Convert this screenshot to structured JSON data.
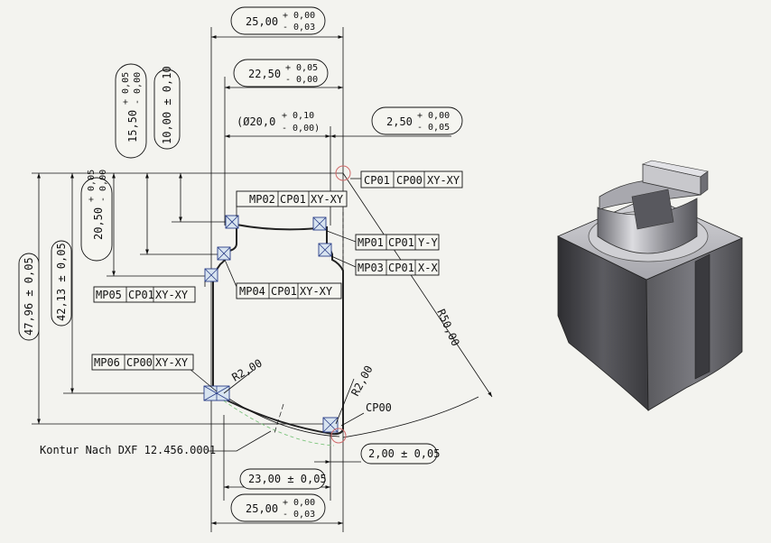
{
  "dimensions": {
    "top_width": {
      "nominal": "25,00",
      "upper": "+ 0,00",
      "lower": "- 0,03"
    },
    "inner_width": {
      "nominal": "22,50",
      "upper": "+ 0,05",
      "lower": "- 0,00"
    },
    "dia_width": {
      "nominal": "(Ø20,0",
      "upper": "+ 0,10",
      "lower": "- 0,00)"
    },
    "offset_right": {
      "nominal": "2,50",
      "upper": "+ 0,00",
      "lower": "- 0,05"
    },
    "height_15": {
      "nominal": "15,50",
      "upper": "+ 0,05",
      "lower": "- 0,00"
    },
    "height_10": {
      "text": "10,00 ± 0,10"
    },
    "height_20": {
      "nominal": "20,50",
      "upper": "+ 0,05",
      "lower": "- 0,00"
    },
    "height_4213": {
      "text": "42,13 ± 0,05"
    },
    "height_4796": {
      "text": "47,96 ± 0,05"
    },
    "bottom_23": {
      "text": "23,00 ± 0,05"
    },
    "bottom_25": {
      "nominal": "25,00",
      "upper": "+ 0,00",
      "lower": "- 0,03"
    },
    "offset_2": {
      "text": "2,00 ± 0,05"
    },
    "radius_50": "R50,00",
    "radius_left": "R2,00",
    "radius_right": "R2,00"
  },
  "feature_frames": {
    "cp01": [
      "CP01",
      "CP00",
      "XY-XY"
    ],
    "mp02": [
      "MP02",
      "CP01",
      "XY-XY"
    ],
    "mp01": [
      "MP01",
      "CP01",
      "Y-Y"
    ],
    "mp03": [
      "MP03",
      "CP01",
      "X-X"
    ],
    "mp04": [
      "MP04",
      "CP01",
      "XY-XY"
    ],
    "mp05": [
      "MP05",
      "CP01",
      "XY-XY"
    ],
    "mp06": [
      "MP06",
      "CP00",
      "XY-XY"
    ]
  },
  "labels": {
    "cp00": "CP00",
    "kontur": "Kontur Nach DXF 12.456.0001"
  },
  "colors": {
    "line": "#111111",
    "measure_point": "#2a3e88",
    "datum_circle": "#d06a6a",
    "contour_hint": "#7cc47c",
    "body_dark": "#4a4a4e",
    "body_light": "#b9b9bd"
  }
}
